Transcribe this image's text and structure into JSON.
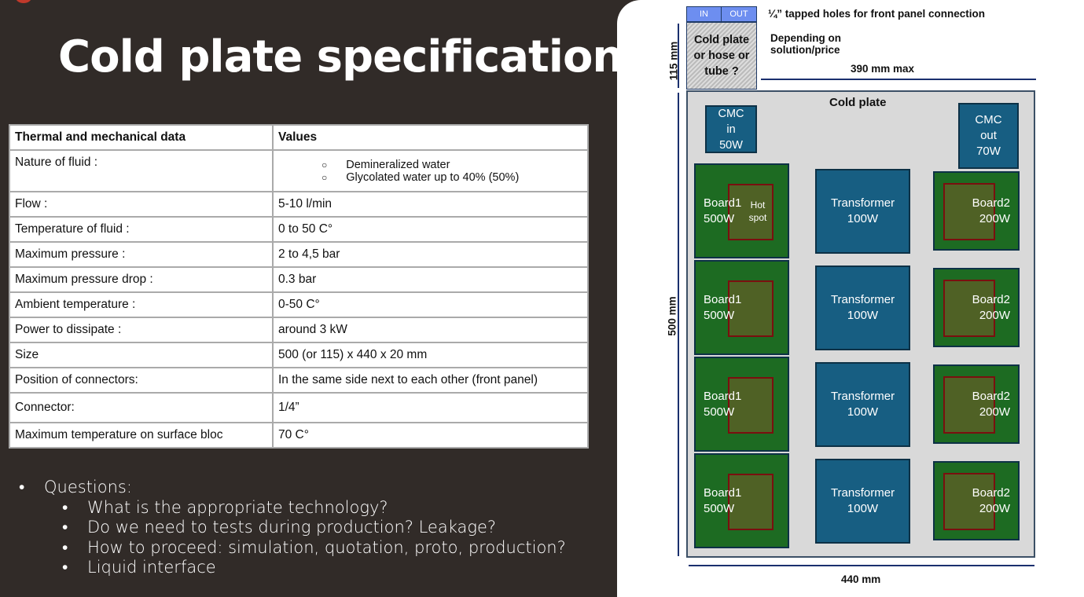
{
  "title": "Cold plate specification",
  "table": {
    "headers": [
      "Thermal and mechanical data",
      "Values"
    ],
    "fluid_label": "Nature of fluid :",
    "fluid_values": [
      "Demineralized water",
      "Glycolated water up to 40% (50%)"
    ],
    "rows": [
      [
        "Flow :",
        "5-10 l/min"
      ],
      [
        "Temperature of fluid :",
        "0 to 50 C°"
      ],
      [
        "Maximum pressure :",
        "2 to 4,5 bar"
      ],
      [
        "Maximum pressure drop :",
        "0.3 bar"
      ],
      [
        "Ambient temperature :",
        "0-50 C°"
      ],
      [
        "Power to dissipate :",
        "around 3 kW"
      ],
      [
        "Size",
        "500 (or 115) x 440 x 20 mm"
      ],
      [
        "Position of connectors:",
        "In the same side next to each other (front panel)"
      ],
      [
        "Connector:",
        "1/4”"
      ],
      [
        "Maximum temperature on surface bloc",
        "70 C°"
      ]
    ]
  },
  "questions": {
    "heading": "Questions:",
    "items": [
      "What is the appropriate technology?",
      "Do we need to tests during production? Leakage?",
      "How to proceed: simulation, quotation, proto, production?",
      "Liquid interface"
    ]
  },
  "diagram": {
    "in": "IN",
    "out": "OUT",
    "tapped": "¼” tapped holes for front panel connection",
    "connector_box": "Cold plate or hose or tube ?",
    "depending": "Depending on solution/price",
    "width_max": "390 mm max",
    "dim_115": "115 mm",
    "dim_500": "500 mm",
    "dim_440": "440 mm",
    "cold_plate": "Cold plate",
    "cmc_in": "CMC\nin\n50W",
    "cmc_out": "CMC\nout\n70W",
    "board1": "Board1\n500W",
    "board2": "Board2\n200W",
    "transformer": "Transformer\n100W",
    "hot_spot": "Hot\nspot",
    "colors": {
      "board": "#1d6b22",
      "transformer": "#175e82",
      "plate": "#d9d9d9"
    }
  }
}
